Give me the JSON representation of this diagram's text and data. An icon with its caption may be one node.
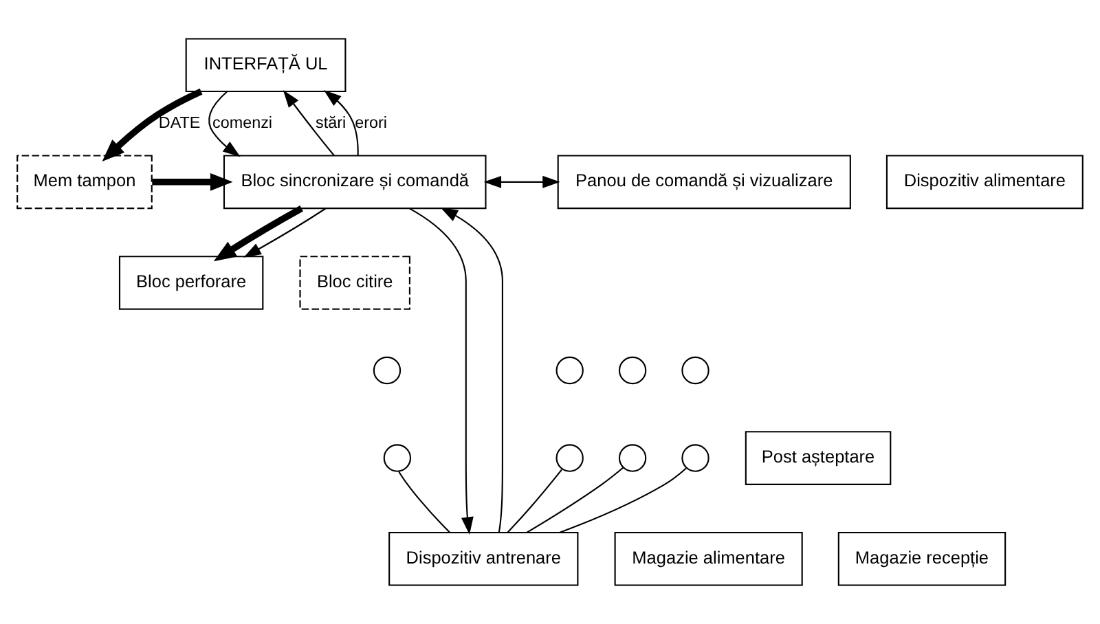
{
  "diagram": {
    "nodes": [
      {
        "text": [
          "INTERFAȚĂ UL"
        ]
      },
      {
        "text": [
          "Bloc sincronizare și comandă"
        ]
      },
      {
        "text": [
          "Mem tampon"
        ]
      },
      {
        "text": [
          "Panou de comandă și vizualizare"
        ]
      },
      {
        "text": [
          "Bloc perforare"
        ]
      },
      {
        "text": [
          "Bloc citire"
        ]
      },
      {
        "text": [
          "Dispozitiv alimentare"
        ]
      },
      {
        "text": [
          "Post așteptare"
        ]
      },
      {
        "text": [
          "Magazie alimentare"
        ]
      },
      {
        "text": [
          "Magazie recepție"
        ]
      },
      {
        "text": [
          "Dispozitiv antrenare"
        ]
      },
      {
        "text": [],
        "shape": "circle"
      },
      {
        "text": [],
        "shape": "circle"
      },
      {
        "text": [],
        "shape": "circle"
      },
      {
        "text": [],
        "shape": "circle"
      },
      {
        "text": [],
        "shape": "circle"
      },
      {
        "text": [],
        "shape": "circle"
      },
      {
        "text": [],
        "shape": "circle"
      },
      {
        "text": [],
        "shape": "circle"
      }
    ],
    "edges": [
      {
        "from": 0,
        "to": 1,
        "arrow": "to",
        "label": "comenzi"
      },
      {
        "from": 1,
        "to": 0,
        "arrow": "to",
        "label": "stări"
      },
      {
        "from": 1,
        "to": 0,
        "arrow": "to",
        "label": "erori"
      },
      {
        "from": 0,
        "to": 2,
        "arrow": "to",
        "label": "DATE",
        "style": "thick"
      },
      {
        "from": 2,
        "to": 1,
        "arrow": "to",
        "style": "thick"
      },
      {
        "from": 1,
        "to": 3,
        "arrow": "both"
      },
      {
        "from": 1,
        "to": 4,
        "arrow": "to",
        "style": "thick"
      },
      {
        "from": 1,
        "to": 4,
        "arrow": "to"
      },
      {
        "from": 10,
        "to": 1,
        "arrow": "to"
      },
      {
        "from": 1,
        "to": 10,
        "arrow": "to"
      },
      {
        "from": 15,
        "to": 10,
        "arrow": "none"
      },
      {
        "from": 16,
        "to": 10,
        "arrow": "none"
      },
      {
        "from": 17,
        "to": 10,
        "arrow": "none"
      },
      {
        "from": 18,
        "to": 10,
        "arrow": "none"
      }
    ]
  }
}
